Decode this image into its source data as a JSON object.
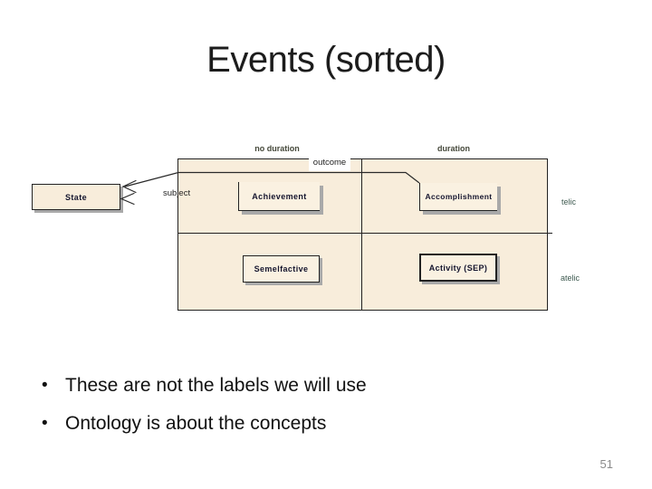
{
  "slide": {
    "title": "Events (sorted)",
    "bullets": [
      "These are not the labels we will use",
      "Ontology is about the concepts"
    ],
    "page_number": "51"
  },
  "diagram": {
    "column_labels": {
      "left": "no duration",
      "right": "duration"
    },
    "row_labels": {
      "top": "telic",
      "bottom": "atelic"
    },
    "edge_labels": {
      "outcome": "outcome",
      "subject": "subject"
    },
    "nodes": {
      "state": "State",
      "achievement": "Achievement",
      "accomplishment": "Accomplishment",
      "semelfactive": "Semelfactive",
      "activity": "Activity (SEP)"
    },
    "arrow": "double-chevron arrow from Accomplishment corner to State box"
  },
  "colors": {
    "cell_fill": "#F8EDDB",
    "node_fill": "#FAF1E1",
    "line": "#222222",
    "label_olive": "#45483A",
    "label_teal": "#3E5A50",
    "node_text": "#15152E",
    "shadow": "#A9A9A9",
    "title_text": "#1C1C1C",
    "body_text": "#111111",
    "page_num": "#8A8A8A"
  }
}
